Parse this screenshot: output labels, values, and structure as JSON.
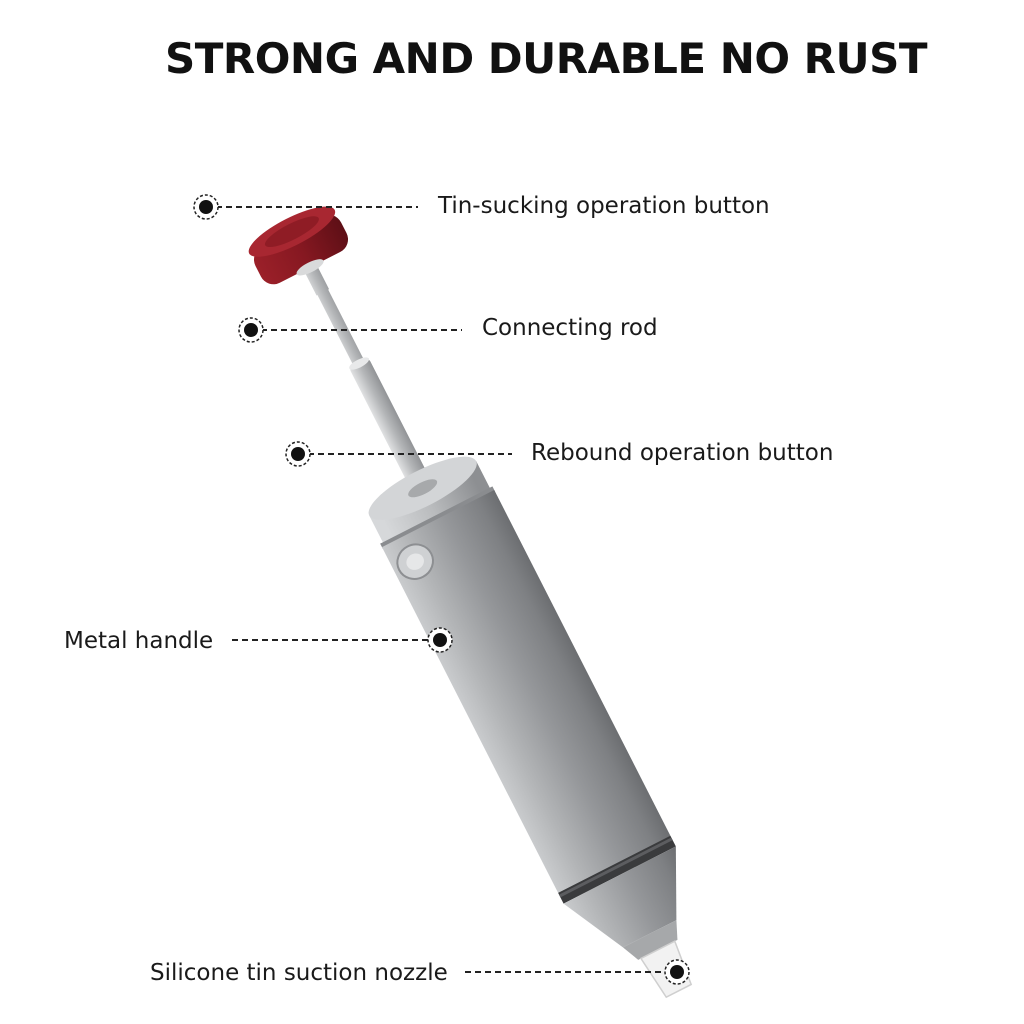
{
  "title": "STRONG AND DURABLE NO RUST",
  "callouts": {
    "button": "Tin-sucking operation button",
    "rod": "Connecting rod",
    "rebound": "Rebound operation button",
    "handle": "Metal handle",
    "nozzle": "Silicone tin suction nozzle"
  },
  "colors": {
    "button": "#8b1a22",
    "body": "#9a9c9e",
    "text": "#111111",
    "nozzle_tip": "#f2f2f2"
  }
}
